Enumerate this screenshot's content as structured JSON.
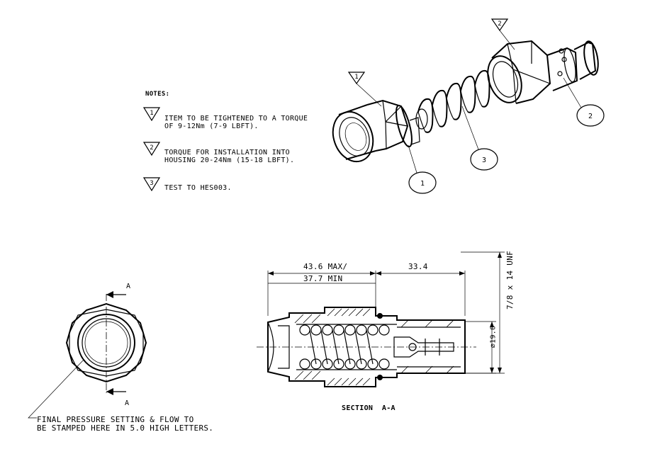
{
  "notes": {
    "heading": "NOTES:",
    "items": [
      {
        "marker": "1",
        "text": "ITEM TO BE TIGHTENED TO A TORQUE\nOF 9-12Nm (7-9 LBFT)."
      },
      {
        "marker": "2",
        "text": "TORQUE FOR INSTALLATION INTO\nHOUSING 20-24Nm (15-18 LBFT)."
      },
      {
        "marker": "3",
        "text": "TEST TO HES003."
      }
    ]
  },
  "exploded_view": {
    "flags": [
      "1",
      "2"
    ],
    "balloons": [
      "1",
      "2",
      "3"
    ]
  },
  "end_view": {
    "section_marks": [
      "A",
      "A"
    ],
    "leader_note": "FINAL PRESSURE SETTING & FLOW TO\nBE STAMPED HERE IN 5.0 HIGH LETTERS."
  },
  "section_view": {
    "dim_left_top": "43.6 MAX/",
    "dim_left_bottom": "37.7 MIN",
    "dim_right": "33.4",
    "dim_diameter": "⌀19.0",
    "dim_thread": "7/8 x 14 UNF",
    "title": "SECTION  A-A"
  }
}
